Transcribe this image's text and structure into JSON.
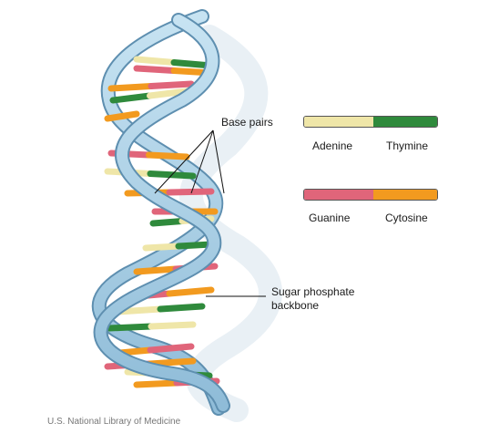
{
  "labels": {
    "base_pairs": "Base pairs",
    "backbone_line1": "Sugar phosphate",
    "backbone_line2": "backbone"
  },
  "legend": {
    "pair1": {
      "left": "Adenine",
      "right": "Thymine"
    },
    "pair2": {
      "left": "Guanine",
      "right": "Cytosine"
    }
  },
  "credit": "U.S. National Library of Medicine",
  "colors": {
    "adenine": "#efe6a8",
    "thymine": "#2f8a3c",
    "guanine": "#e0657a",
    "cytosine": "#f29a1f",
    "backbone": "#a9d0e6",
    "backbone_edge": "#5e8fb0",
    "shadow": "#d9e4ec"
  }
}
